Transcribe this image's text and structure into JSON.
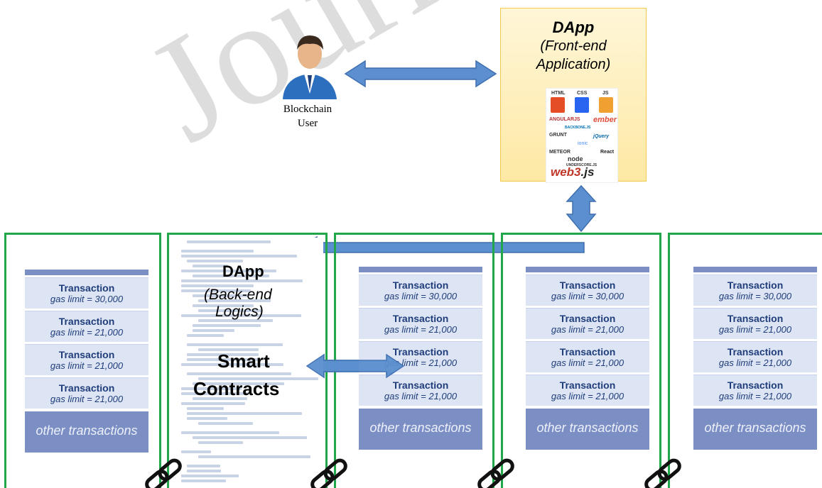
{
  "watermark": {
    "text": "Journal"
  },
  "user": {
    "line1": "Blockchain",
    "line2": "User",
    "icon": "person-icon"
  },
  "dapp_frontend": {
    "title": "DApp",
    "sub1": "(Front-end",
    "sub2": "Application)",
    "tech": {
      "html": "HTML",
      "css": "CSS",
      "js": "JS",
      "angular": "ANGULARJS",
      "ember": "ember",
      "backbone": "BACKBONE.JS",
      "grunt": "GRUNT",
      "jquery": "jQuery",
      "ionic": "ionic",
      "meteor": "METEOR",
      "react": "React",
      "node": "node",
      "underscore": "UNDERSCORE.JS",
      "web3_a": "web3",
      "web3_b": ".js"
    }
  },
  "backend": {
    "dapp": "DApp",
    "back": "(Back-end",
    "logics": "Logics)",
    "smart": "Smart",
    "contracts": "Contracts"
  },
  "tx_label": "Transaction",
  "other_label": "other transactions",
  "columns": [
    {
      "gas": [
        "gas limit = 30,000",
        "gas limit = 21,000",
        "gas limit = 21,000",
        "gas limit = 21,000"
      ]
    },
    {
      "gas": [
        "gas limit = 30,000",
        "gas limit = 21,000",
        "gas limit = 21,000",
        "gas limit = 21,000"
      ]
    },
    {
      "gas": [
        "gas limit = 30,000",
        "gas limit = 21,000",
        "gas limit = 21,000",
        "gas limit = 21,000"
      ]
    },
    {
      "gas": [
        "gas limit = 30,000",
        "gas limit = 21,000",
        "gas limit = 21,000",
        "gas limit = 21,000"
      ]
    }
  ],
  "colors": {
    "block_border": "#21a64a",
    "arrow_fill": "#5b8fd0",
    "tx_bg": "#dde5f5",
    "tx_text": "#1f3d7a",
    "col_header": "#7b8fc4"
  },
  "icons": [
    "person-icon",
    "chain-link-icon",
    "double-arrow-icon"
  ]
}
